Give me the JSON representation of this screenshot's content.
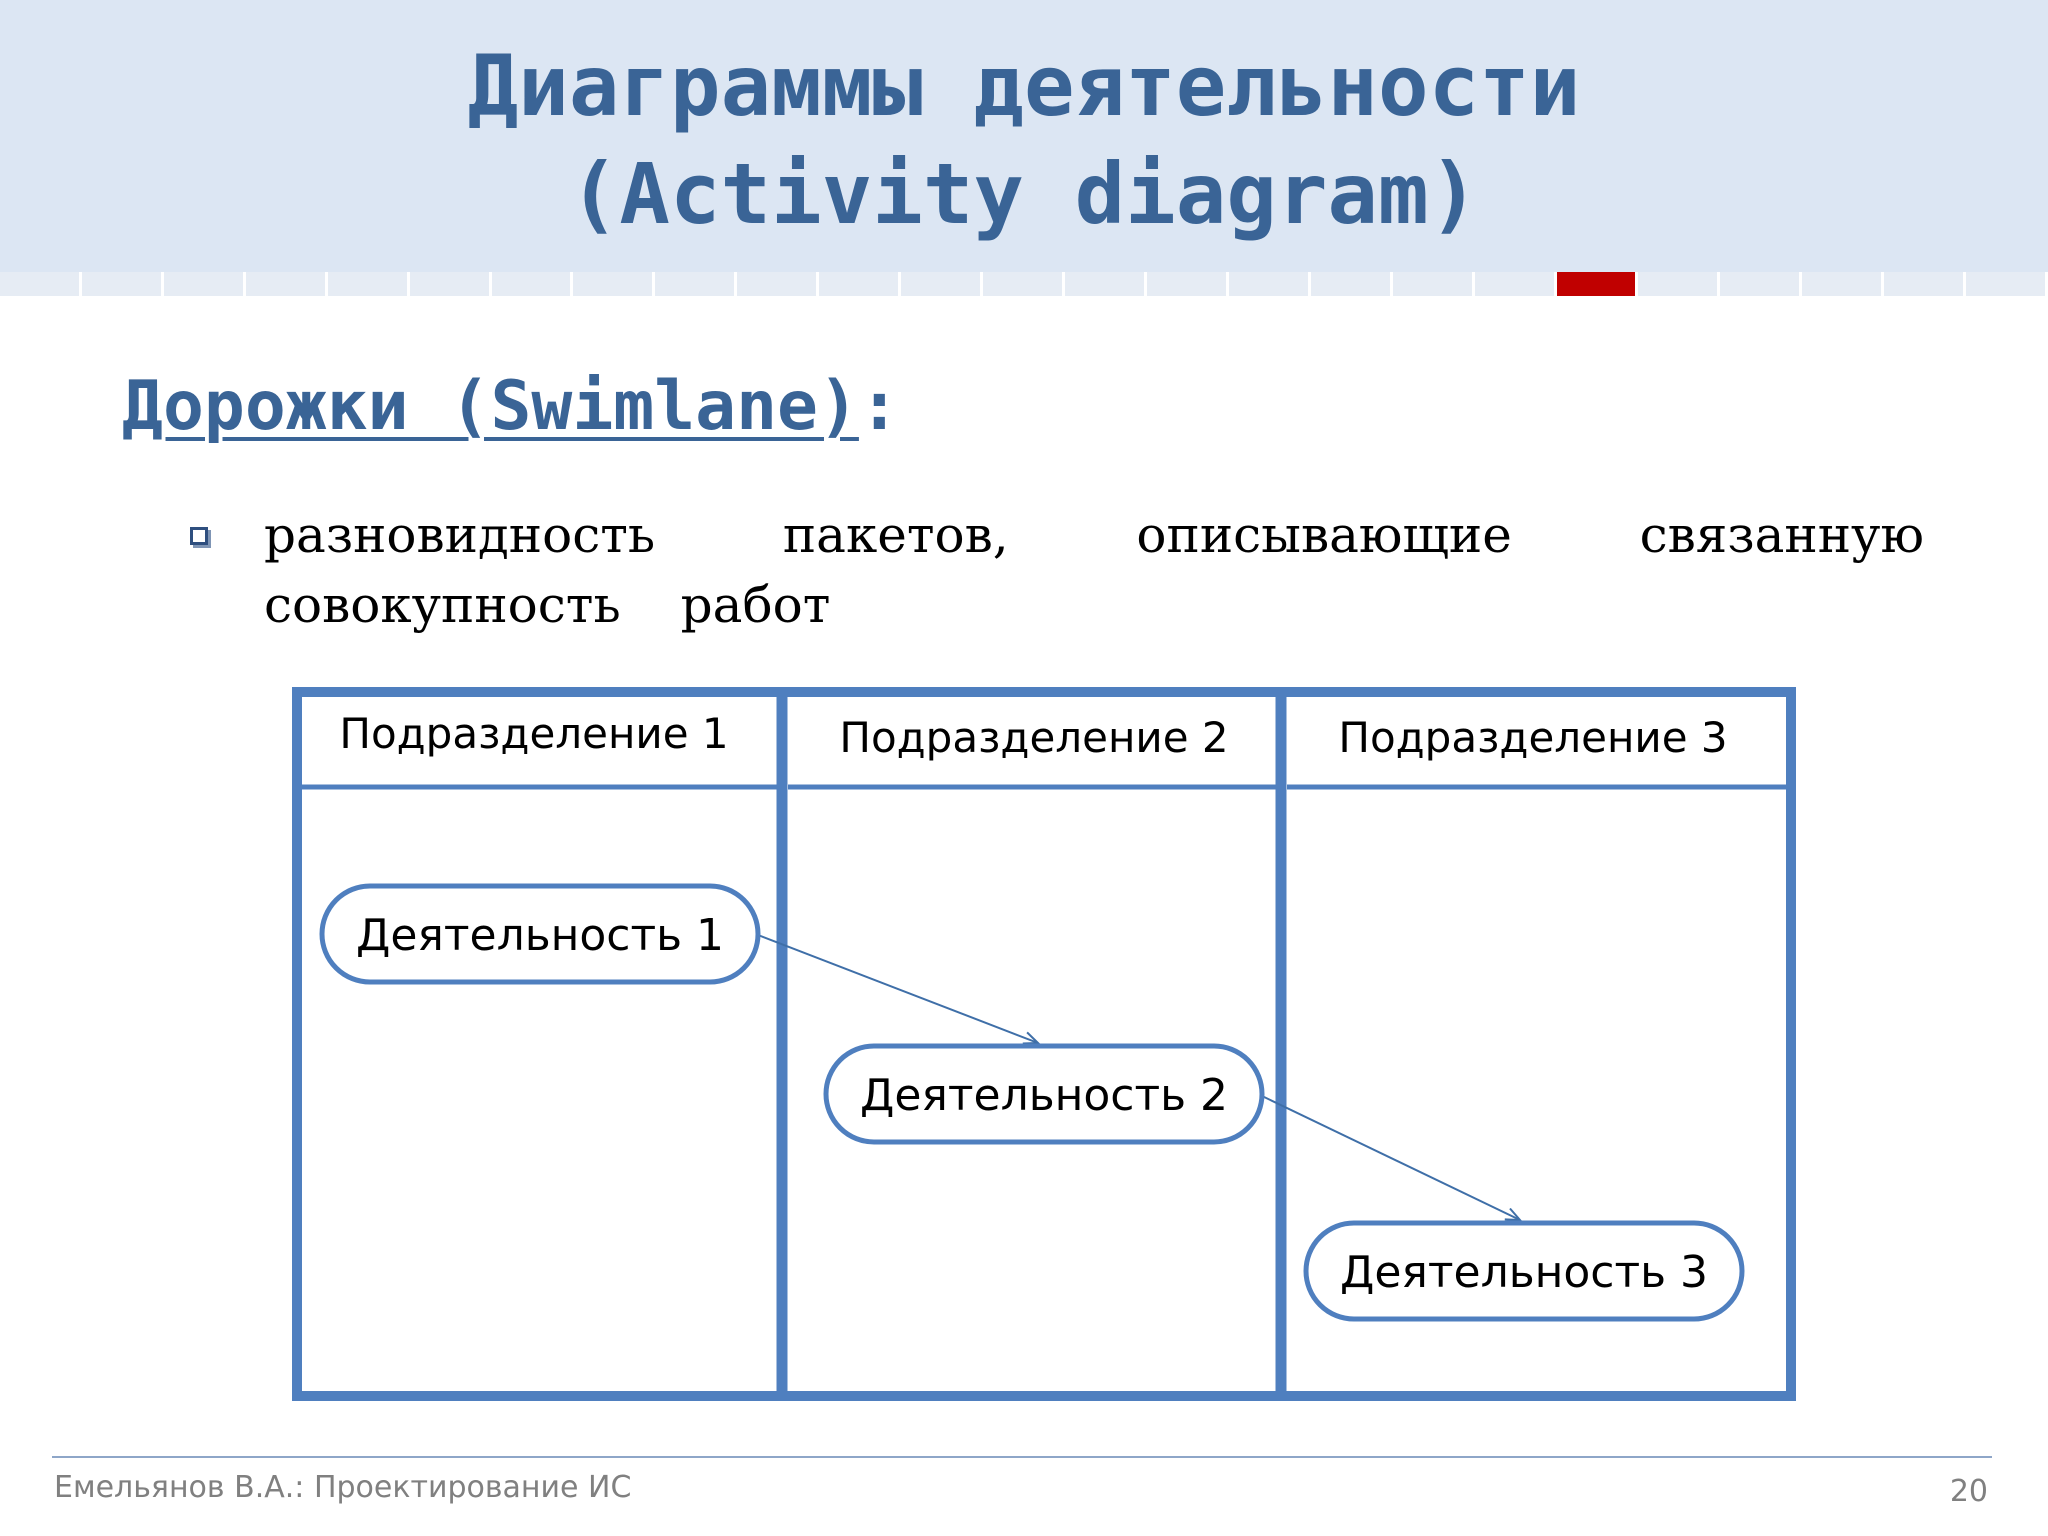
{
  "slide": {
    "title_line1": "Диаграммы деятельности",
    "title_line2": "(Activity diagram)",
    "subtitle_underlined": "Дорожки (Swimlane)",
    "subtitle_colon": ":",
    "bullet_words_line1": [
      "разновидность",
      "пакетов,",
      "описывающие",
      "связанную"
    ],
    "bullet_words_line2": [
      "совокупность",
      "работ"
    ],
    "progress_total": 25,
    "progress_active_index": 19
  },
  "diagram": {
    "lanes": [
      "Подразделение 1",
      "Подразделение 2",
      "Подразделение 3"
    ],
    "activities": [
      "Деятельность 1",
      "Деятельность 2",
      "Деятельность 3"
    ],
    "flows": [
      {
        "from": "Деятельность 1",
        "to": "Деятельность 2"
      },
      {
        "from": "Деятельность 2",
        "to": "Деятельность 3"
      }
    ],
    "colors": {
      "frame": "#4f7fbf",
      "node_border": "#4f7fbf",
      "arrow": "#3f6fa8",
      "header_bg": "#dce6f3",
      "title": "#3a6496",
      "accent": "#c00000"
    }
  },
  "footer": {
    "author": "Емельянов В.А.:  Проектирование ИС",
    "page_number": "20"
  }
}
